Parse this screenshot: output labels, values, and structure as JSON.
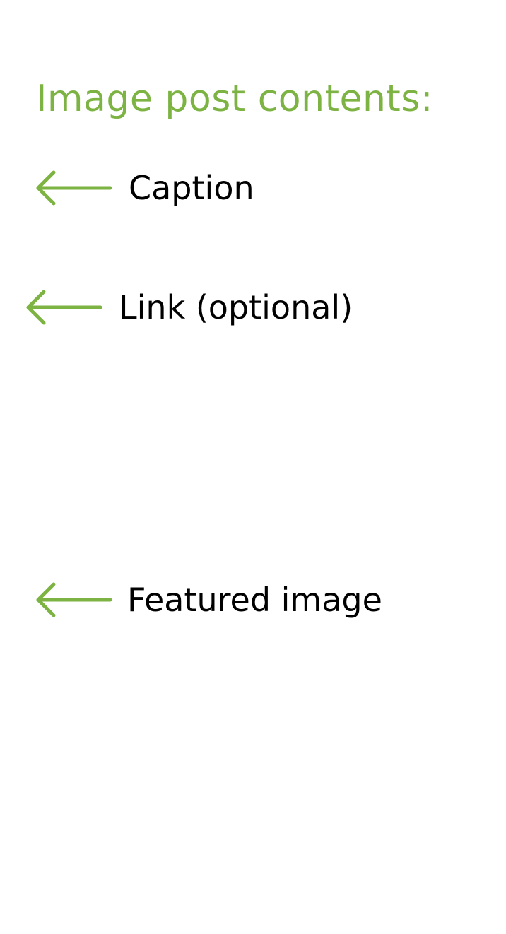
{
  "title": "Image post contents:",
  "callouts": [
    {
      "label": "Caption",
      "icon": "arrow-left-icon"
    },
    {
      "label": "Link (optional)",
      "icon": "arrow-left-icon"
    },
    {
      "label": "Featured image",
      "icon": "arrow-left-icon"
    }
  ],
  "colors": {
    "accent": "#7cb342",
    "text": "#000000",
    "background": "#ffffff"
  }
}
